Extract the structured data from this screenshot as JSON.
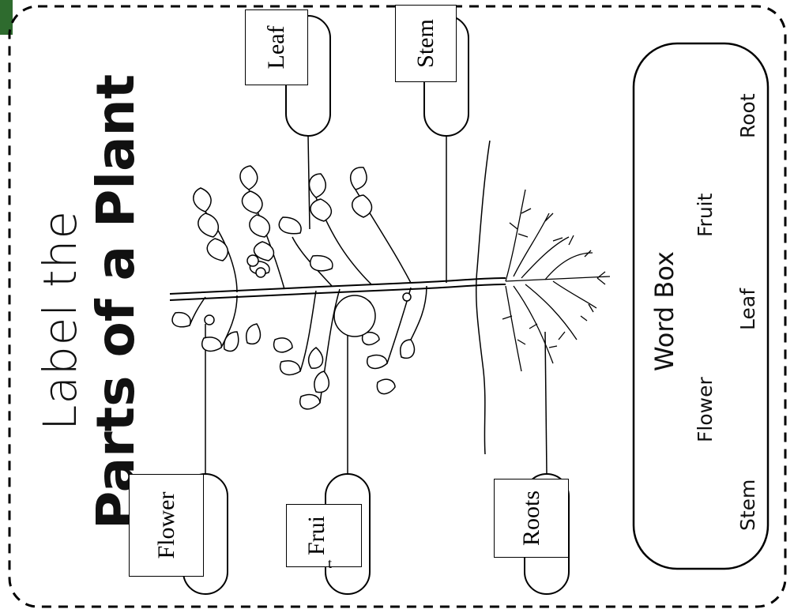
{
  "title": {
    "line1": "Label the",
    "line2": "Parts of a Plant"
  },
  "answers": {
    "leaf": "Leaf",
    "stem": "Stem",
    "flower": "Flower",
    "fruit_line1": "Frui",
    "fruit_line2": "t",
    "roots": "Roots"
  },
  "word_box": {
    "title": "Word Box",
    "words": [
      "Root",
      "Fruit",
      "Leaf",
      "Flower",
      "Stem"
    ]
  },
  "colors": {
    "line": "#000000",
    "background": "#ffffff",
    "corner_tab": "#2e6b2e"
  }
}
